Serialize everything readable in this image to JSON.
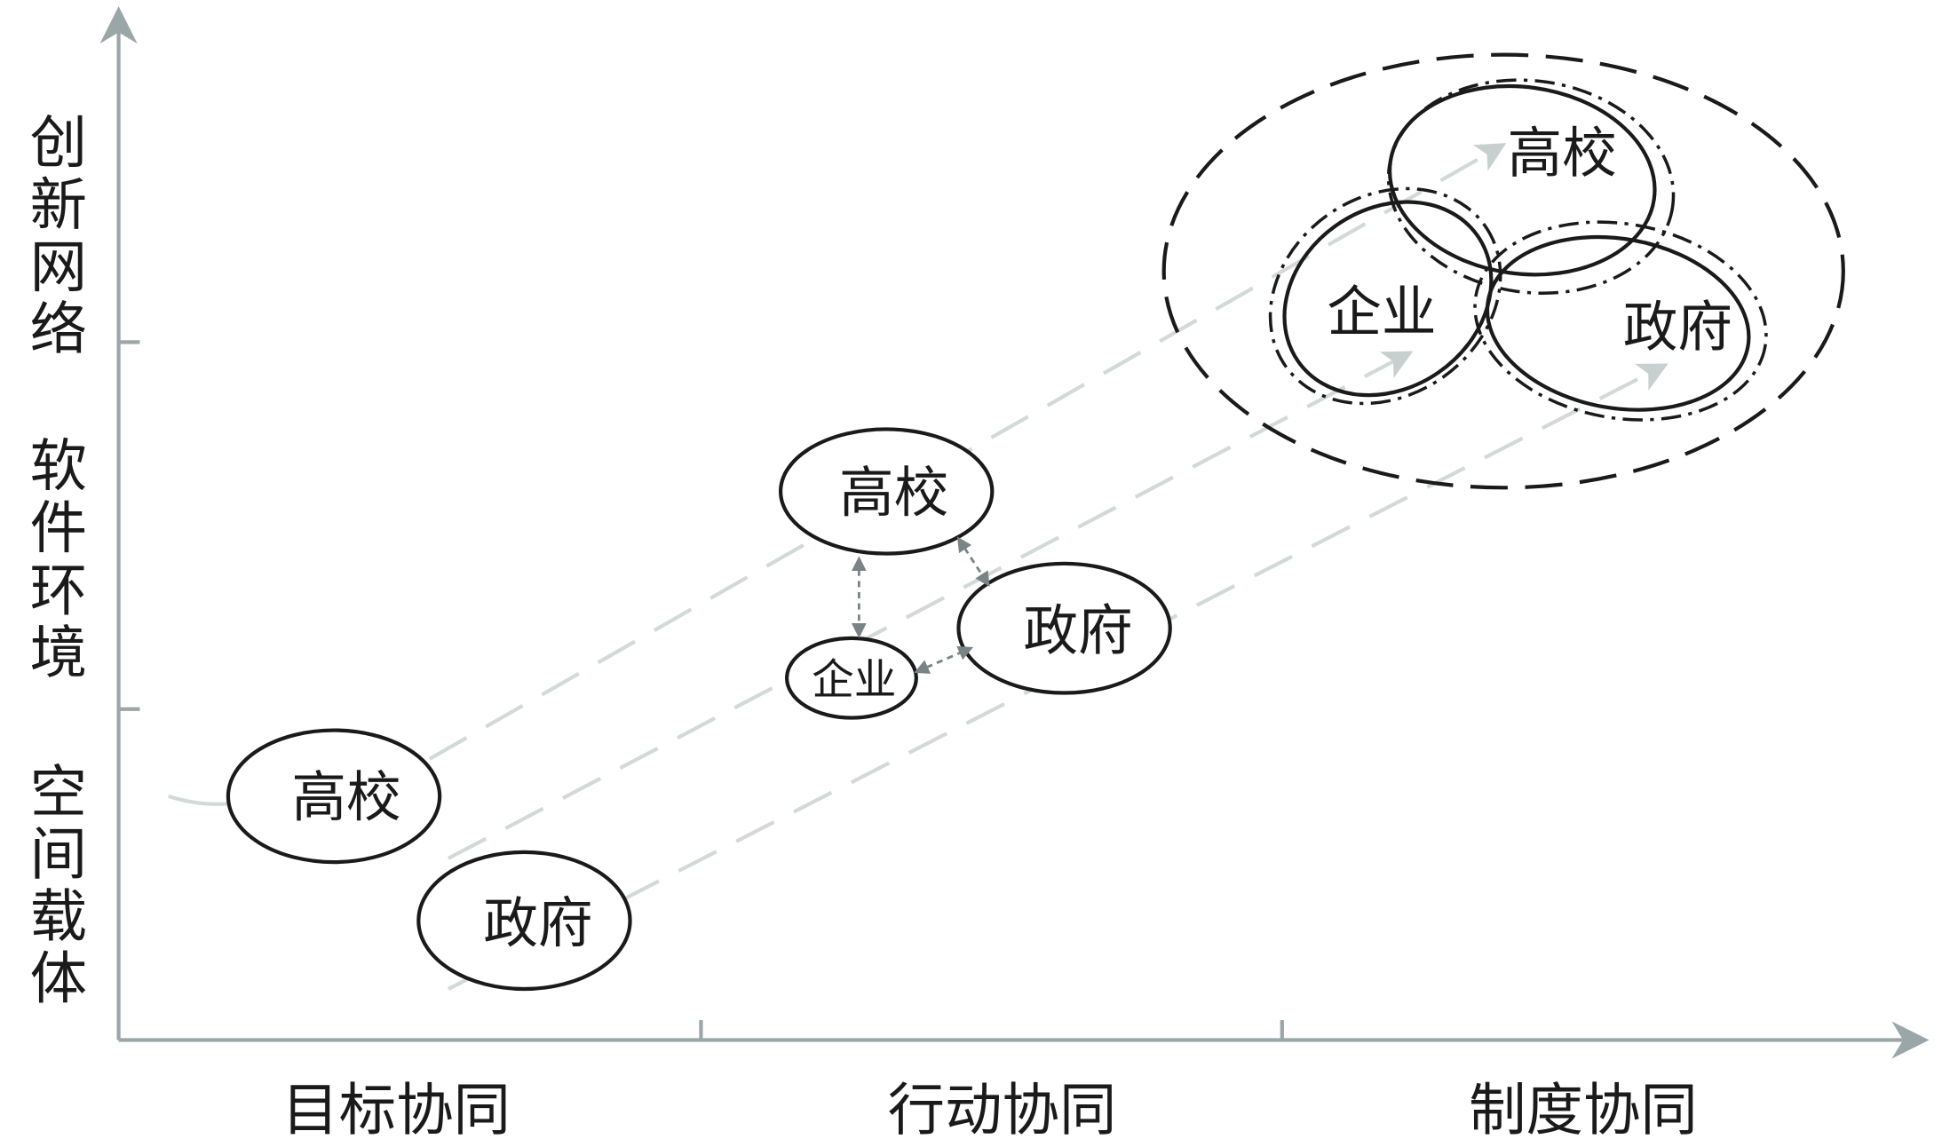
{
  "y_axis": {
    "levels": [
      "空间载体",
      "软件环境",
      "创新网络"
    ]
  },
  "x_axis": {
    "stages": [
      "目标协同",
      "行动协同",
      "制度协同"
    ]
  },
  "stage1": {
    "university": "高校",
    "government": "政府"
  },
  "stage2": {
    "university": "高校",
    "government": "政府",
    "enterprise": "企业"
  },
  "stage3": {
    "university": "高校",
    "enterprise": "企业",
    "government": "政府"
  },
  "colors": {
    "axis": "#9aa6a8",
    "guide": "#d3d8d8",
    "stroke": "#1a1a1a"
  }
}
